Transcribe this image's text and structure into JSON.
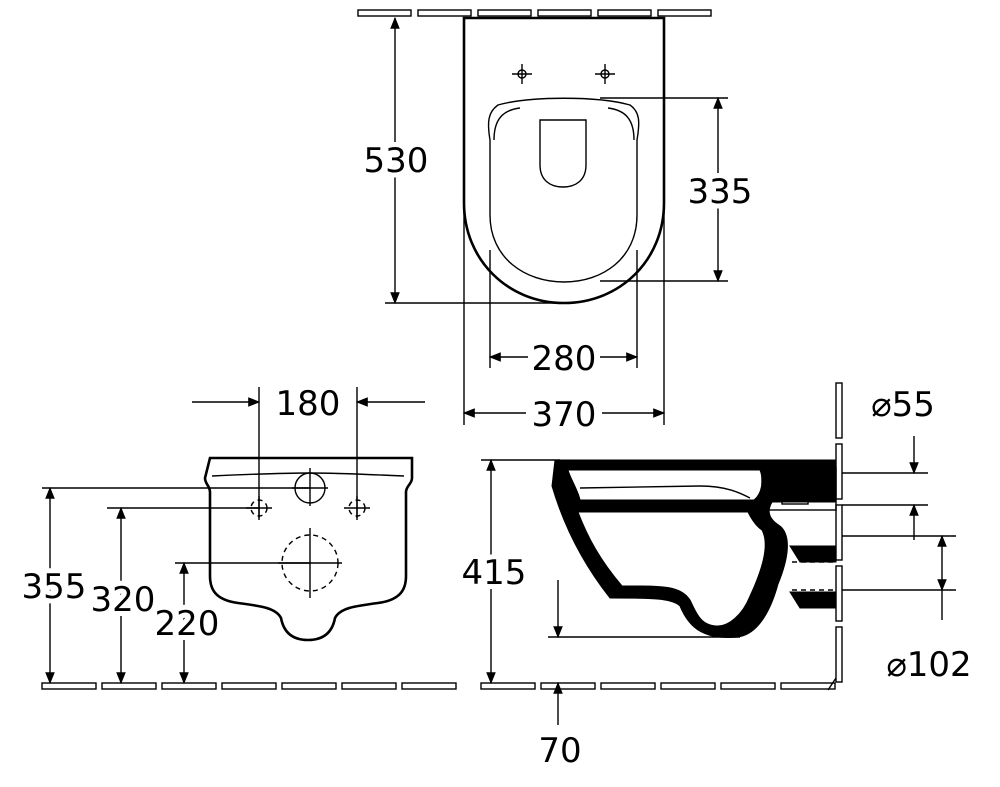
{
  "top_view": {
    "height_label": "530",
    "seat_depth_label": "335",
    "inner_width_label": "280",
    "outer_width_label": "370"
  },
  "front_view": {
    "fixing_distance_label": "180",
    "height_355_label": "355",
    "height_320_label": "320",
    "height_220_label": "220"
  },
  "side_view": {
    "height_label": "415",
    "inlet_diameter_label": "⌀55",
    "outlet_diameter_label": "⌀102",
    "outlet_offset_label": "70"
  },
  "colors": {
    "line": "#000000",
    "background": "#ffffff"
  }
}
